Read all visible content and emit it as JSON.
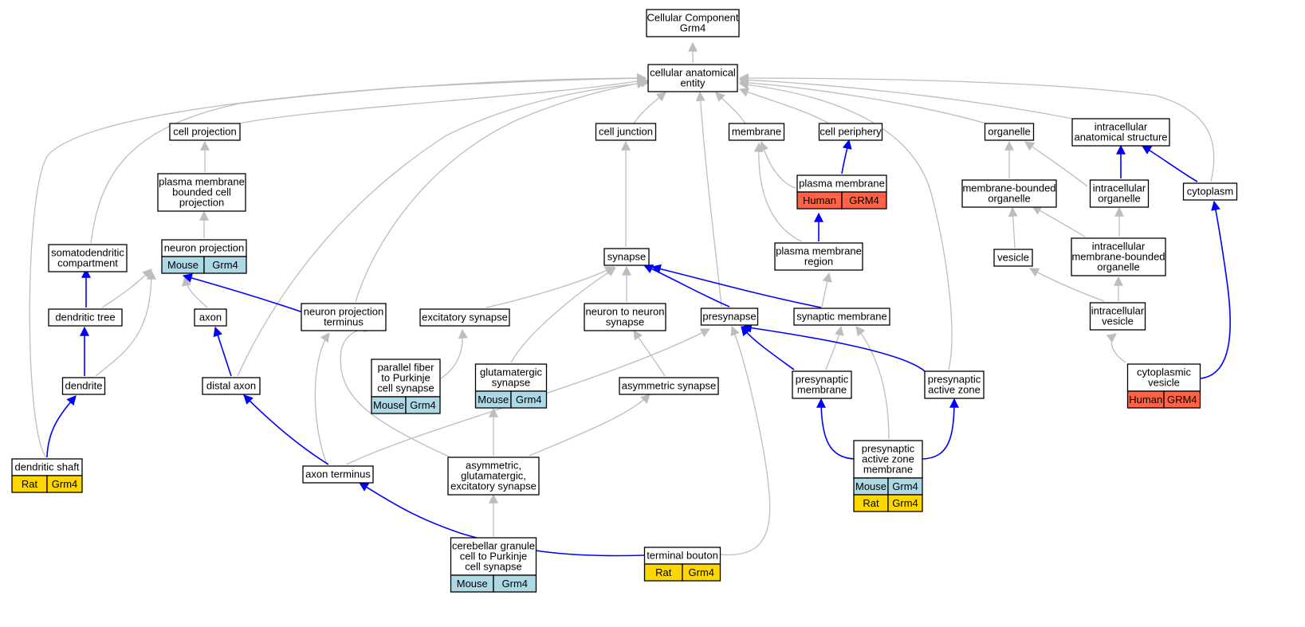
{
  "colors": {
    "human": "#ff6347",
    "mouse": "#add8e6",
    "rat": "#ffd700",
    "edge_is_a": "#bdbdbd",
    "edge_part_of": "#0000ff"
  },
  "nodes": {
    "root": {
      "lines": [
        "Cellular Component",
        "Grm4"
      ]
    },
    "cae": {
      "lines": [
        "cellular anatomical",
        "entity"
      ]
    },
    "cellproj": {
      "lines": [
        "cell projection"
      ]
    },
    "celljunc": {
      "lines": [
        "cell junction"
      ]
    },
    "membrane": {
      "lines": [
        "membrane"
      ]
    },
    "cellperiph": {
      "lines": [
        "cell periphery"
      ]
    },
    "organelle": {
      "lines": [
        "organelle"
      ]
    },
    "ias": {
      "lines": [
        "intracellular",
        "anatomical structure"
      ]
    },
    "pmbcp": {
      "lines": [
        "plasma membrane",
        "bounded cell",
        "projection"
      ]
    },
    "pm": {
      "lines": [
        "plasma membrane"
      ],
      "tags": [
        {
          "species": "Human",
          "gene": "GRM4"
        }
      ]
    },
    "mbo": {
      "lines": [
        "membrane-bounded",
        "organelle"
      ]
    },
    "io": {
      "lines": [
        "intracellular",
        "organelle"
      ]
    },
    "cytoplasm": {
      "lines": [
        "cytoplasm"
      ]
    },
    "sdc": {
      "lines": [
        "somatodendritic",
        "compartment"
      ]
    },
    "np": {
      "lines": [
        "neuron projection"
      ],
      "tags": [
        {
          "species": "Mouse",
          "gene": "Grm4"
        }
      ]
    },
    "synapse": {
      "lines": [
        "synapse"
      ]
    },
    "pmr": {
      "lines": [
        "plasma membrane",
        "region"
      ]
    },
    "vesicle": {
      "lines": [
        "vesicle"
      ]
    },
    "imbo": {
      "lines": [
        "intracellular",
        "membrane-bounded",
        "organelle"
      ]
    },
    "dtree": {
      "lines": [
        "dendritic tree"
      ]
    },
    "axon": {
      "lines": [
        "axon"
      ]
    },
    "npt": {
      "lines": [
        "neuron projection",
        "terminus"
      ]
    },
    "excsyn": {
      "lines": [
        "excitatory synapse"
      ]
    },
    "nns": {
      "lines": [
        "neuron to neuron",
        "synapse"
      ]
    },
    "presyn": {
      "lines": [
        "presynapse"
      ]
    },
    "synmem": {
      "lines": [
        "synaptic membrane"
      ]
    },
    "iv": {
      "lines": [
        "intracellular",
        "vesicle"
      ]
    },
    "pfpcs": {
      "lines": [
        "parallel fiber",
        "to Purkinje",
        "cell synapse"
      ],
      "tags": [
        {
          "species": "Mouse",
          "gene": "Grm4"
        }
      ]
    },
    "glusyn": {
      "lines": [
        "glutamatergic",
        "synapse"
      ],
      "tags": [
        {
          "species": "Mouse",
          "gene": "Grm4"
        }
      ]
    },
    "dendrite": {
      "lines": [
        "dendrite"
      ]
    },
    "daxon": {
      "lines": [
        "distal axon"
      ]
    },
    "asymsyn": {
      "lines": [
        "asymmetric synapse"
      ]
    },
    "presynmem": {
      "lines": [
        "presynaptic",
        "membrane"
      ]
    },
    "paz": {
      "lines": [
        "presynaptic",
        "active zone"
      ]
    },
    "cytves": {
      "lines": [
        "cytoplasmic",
        "vesicle"
      ],
      "tags": [
        {
          "species": "Human",
          "gene": "GRM4"
        }
      ]
    },
    "dshaft": {
      "lines": [
        "dendritic shaft"
      ],
      "tags": [
        {
          "species": "Rat",
          "gene": "Grm4"
        }
      ]
    },
    "axterm": {
      "lines": [
        "axon terminus"
      ]
    },
    "agesyn": {
      "lines": [
        "asymmetric,",
        "glutamatergic,",
        "excitatory synapse"
      ]
    },
    "pazm": {
      "lines": [
        "presynaptic",
        "active zone",
        "membrane"
      ],
      "tags": [
        {
          "species": "Mouse",
          "gene": "Grm4"
        },
        {
          "species": "Rat",
          "gene": "Grm4"
        }
      ]
    },
    "cgcpcs": {
      "lines": [
        "cerebellar granule",
        "cell to Purkinje",
        "cell synapse"
      ],
      "tags": [
        {
          "species": "Mouse",
          "gene": "Grm4"
        }
      ]
    },
    "tbouton": {
      "lines": [
        "terminal bouton"
      ],
      "tags": [
        {
          "species": "Rat",
          "gene": "Grm4"
        }
      ]
    }
  }
}
